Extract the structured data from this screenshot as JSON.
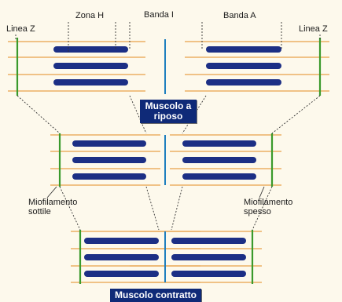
{
  "labels": {
    "linea_z_left": "Linea Z",
    "zona_h": "Zona H",
    "banda_i": "Banda I",
    "banda_a": "Banda A",
    "linea_z_right": "Linea Z",
    "miofilamento_sottile": "Miofilamento sottile",
    "miofilamento_spesso": "Miofilamento spesso"
  },
  "badges": {
    "rest": "Muscolo a riposo",
    "contracted": "Muscolo contratto"
  },
  "colors": {
    "background": "#fdf9ec",
    "thick_filament": "#1c2f85",
    "thin_filament": "#e8a24a",
    "z_line": "#3a9a2c",
    "m_line": "#1f7fbf",
    "badge_bg": "#0f2a78",
    "leader_line": "#333333"
  }
}
